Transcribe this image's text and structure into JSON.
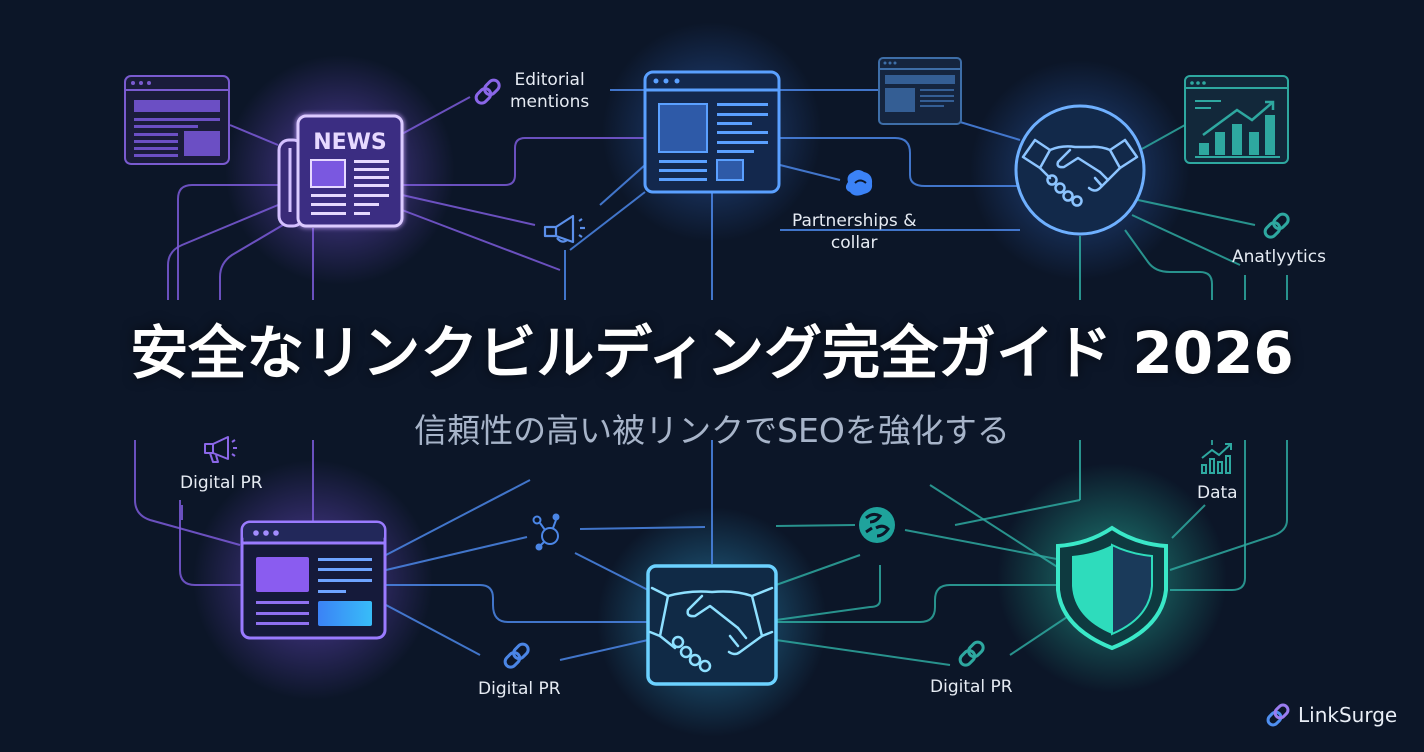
{
  "hero": {
    "title": "安全なリンクビルディング完全ガイド 2026",
    "subtitle": "信頼性の高い被リンクでSEOを強化する"
  },
  "labels": {
    "editorial": [
      "Editorial",
      "mentions"
    ],
    "partnerships": [
      "Partnerships &",
      "collar"
    ],
    "analytics": "Anatlyytics",
    "data": "Data",
    "digital_pr_left": "Digital PR",
    "digital_pr_bottom_left": "Digital PR",
    "digital_pr_bottom_right": "Digital PR"
  },
  "icons": {
    "newspaper": "news-icon",
    "newspaper_text": "NEWS",
    "browser_main": "browser-window-icon",
    "handshake_circle": "handshake-icon",
    "analytics_window": "analytics-chart-icon",
    "browser_left_bottom": "browser-window-icon",
    "handshake_square": "handshake-icon",
    "shield": "shield-icon",
    "link": "link-icon",
    "megaphone": "megaphone-icon",
    "network": "network-nodes-icon",
    "globe": "globe-icon",
    "bar_chart_small": "bar-chart-icon"
  },
  "brand": {
    "name": "LinkSurge",
    "icon": "link-icon"
  },
  "colors": {
    "background": "#0c1628",
    "purple": "#8e6cf0",
    "purple_light": "#c9b3ff",
    "blue": "#4f8ff0",
    "blue_light": "#6fb6ff",
    "teal": "#2fb8b0",
    "green": "#2ee6c2",
    "title": "#ffffff",
    "subtitle": "#a7b4c9"
  }
}
